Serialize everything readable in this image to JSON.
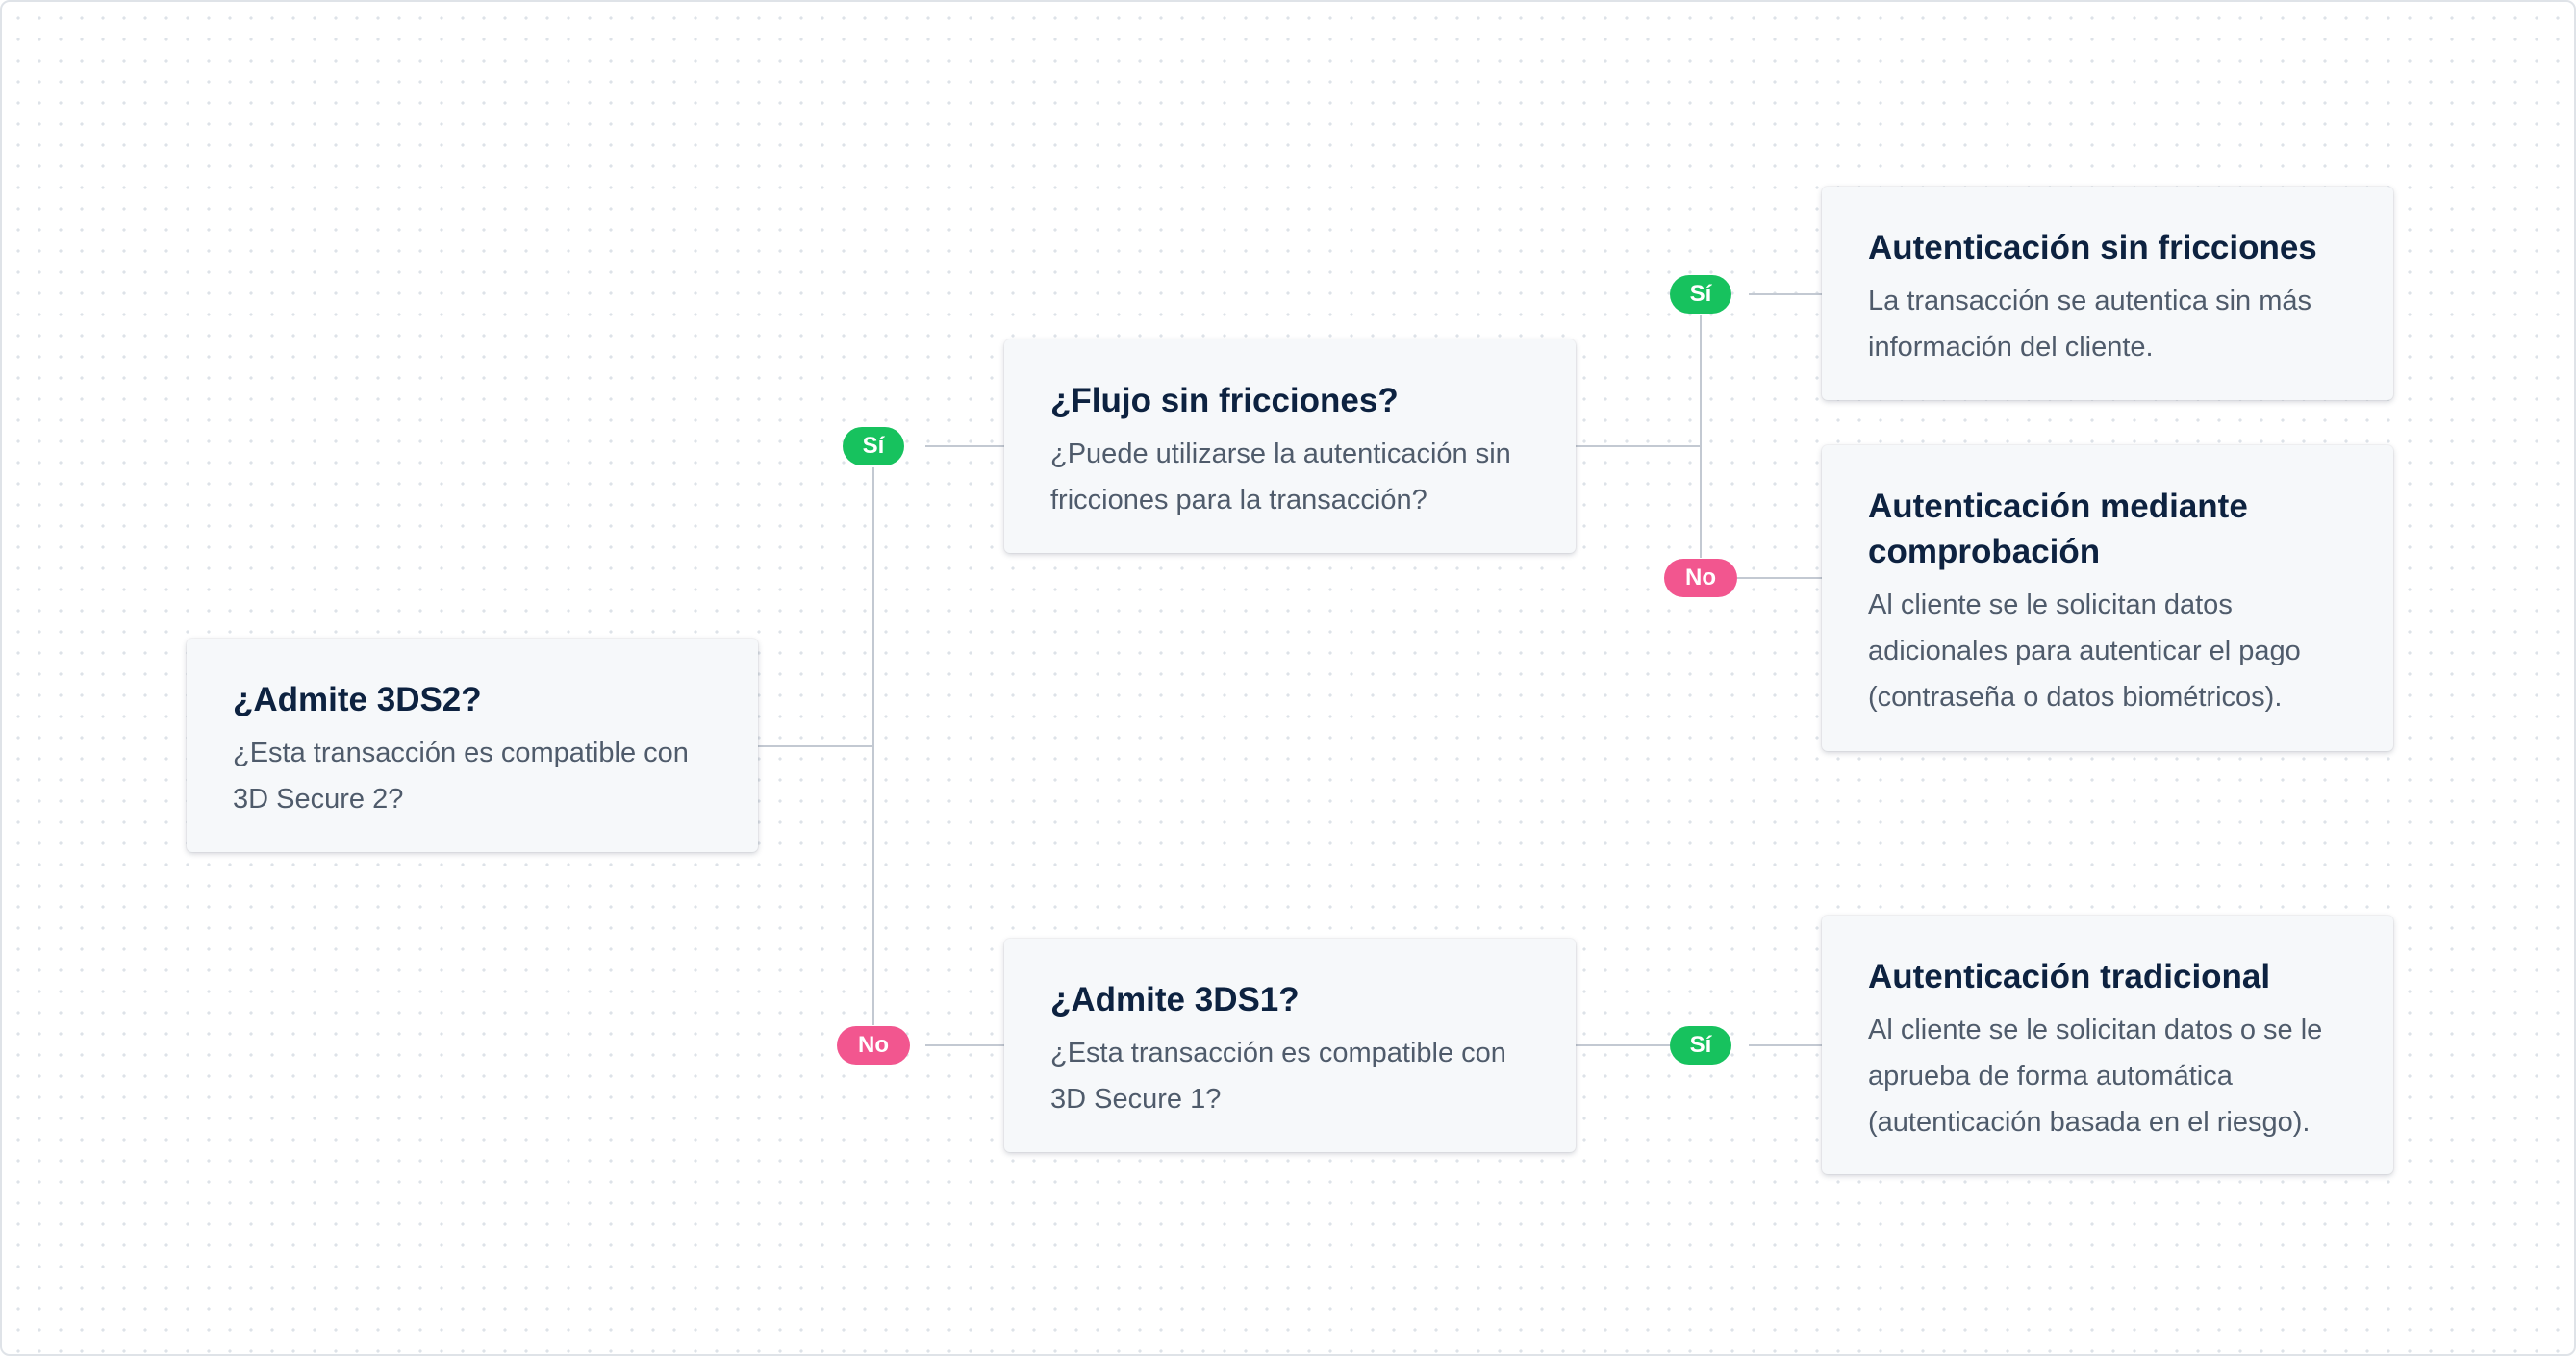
{
  "colors": {
    "connector": "#c3c9d2",
    "yes": "#17c25e",
    "no": "#f2568f",
    "title": "#0d2240",
    "description": "#4f5b6b",
    "card": "#f6f8fa"
  },
  "nodes": {
    "admite_3ds2": {
      "title": "¿Admite 3DS2?",
      "description": "¿Esta transacción es compatible con 3D Secure 2?"
    },
    "flujo_sin_fricciones": {
      "title": "¿Flujo sin fricciones?",
      "description": "¿Puede utilizarse la autenticación sin fricciones para la transacción?"
    },
    "admite_3ds1": {
      "title": "¿Admite 3DS1?",
      "description": "¿Esta transacción es compatible con 3D Secure 1?"
    },
    "autenticacion_sin_fricciones": {
      "title": "Autenticación sin fricciones",
      "description": "La transacción se autentica sin más información del cliente."
    },
    "autenticacion_comprobacion": {
      "title": "Autenticación mediante comprobación",
      "description": "Al cliente se le solicitan datos adicionales para autenticar el pago (contraseña o datos biométricos)."
    },
    "autenticacion_tradicional": {
      "title": "Autenticación tradicional",
      "description": "Al cliente se le solicitan datos o se le aprueba de forma automática (autenticación basada en el riesgo)."
    }
  },
  "labels": {
    "yes": "Sí",
    "no": "No"
  }
}
